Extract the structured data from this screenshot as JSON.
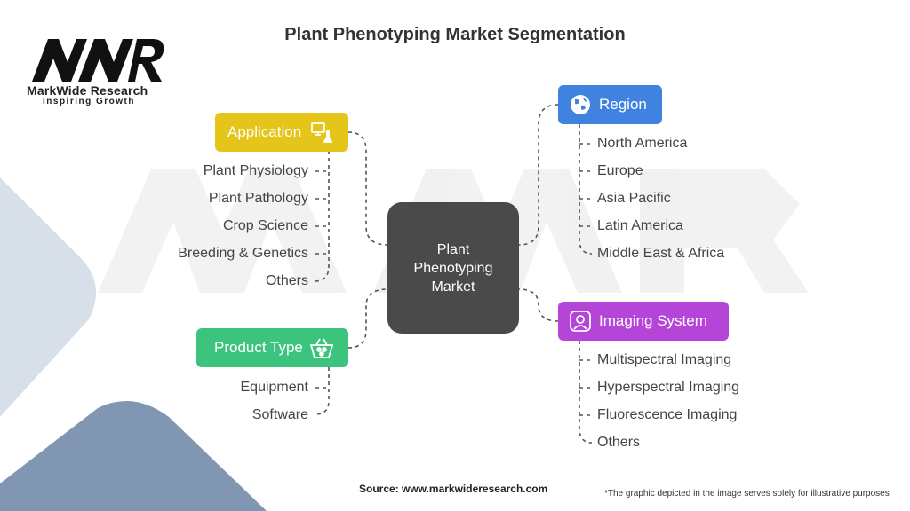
{
  "title": "Plant Phenotyping Market Segmentation",
  "logo": {
    "mark": "MWR",
    "name": "MarkWide Research",
    "tagline": "Inspiring Growth"
  },
  "center": {
    "label": "Plant Phenotyping Market"
  },
  "categories": {
    "application": {
      "label": "Application",
      "color": "#e5c51a",
      "icon": "microscope-icon",
      "items": [
        "Plant Physiology",
        "Plant Pathology",
        "Crop Science",
        "Breeding & Genetics",
        "Others"
      ]
    },
    "product_type": {
      "label": "Product Type",
      "color": "#3cc47f",
      "icon": "basket-icon",
      "items": [
        "Equipment",
        "Software"
      ]
    },
    "region": {
      "label": "Region",
      "color": "#3f82e0",
      "icon": "globe-icon",
      "items": [
        "North America",
        "Europe",
        "Asia Pacific",
        "Latin America",
        "Middle East & Africa"
      ]
    },
    "imaging_system": {
      "label": "Imaging System",
      "color": "#b544d8",
      "icon": "camera-icon",
      "items": [
        "Multispectral Imaging",
        "Hyperspectral Imaging",
        "Fluorescence Imaging",
        "Others"
      ]
    }
  },
  "footer": {
    "source": "Source: www.markwideresearch.com",
    "note": "*The graphic depicted in the image serves solely for illustrative purposes"
  }
}
